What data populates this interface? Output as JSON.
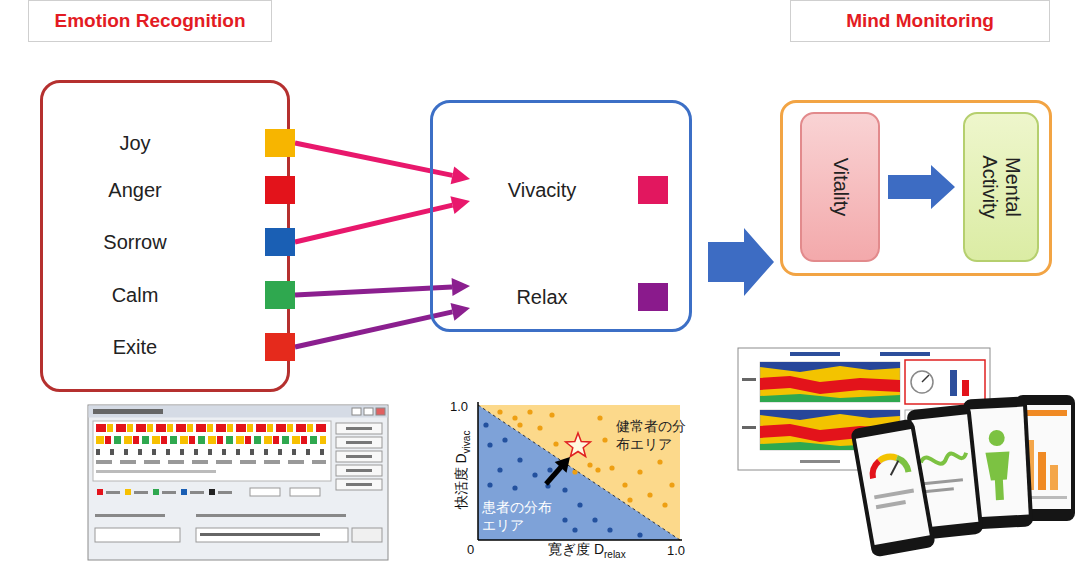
{
  "diagram": {
    "nodes": [
      {
        "text": [
          "Emotion Recognition"
        ]
      },
      {
        "text": [
          "Mind Monitoring"
        ]
      },
      {
        "text": []
      },
      {
        "text": [
          "Joy"
        ],
        "in": 2
      },
      {
        "text": [
          "Anger"
        ],
        "in": 2
      },
      {
        "text": [
          "Sorrow"
        ],
        "in": 2
      },
      {
        "text": [
          "Calm"
        ],
        "in": 2
      },
      {
        "text": [
          "Exite"
        ],
        "in": 2
      },
      {
        "text": []
      },
      {
        "text": [
          "Vivacity"
        ],
        "in": 8
      },
      {
        "text": [
          "Relax"
        ],
        "in": 8
      },
      {
        "text": []
      },
      {
        "text": [
          "Vitality"
        ],
        "in": 11
      },
      {
        "text": [
          "Mental Activity"
        ],
        "in": 11
      }
    ],
    "edges": [
      {
        "from": 3,
        "to": 9,
        "arrow": "to"
      },
      {
        "from": 5,
        "to": 9,
        "arrow": "to"
      },
      {
        "from": 6,
        "to": 10,
        "arrow": "to"
      },
      {
        "from": 7,
        "to": 10,
        "arrow": "to"
      },
      {
        "from": 8,
        "to": 11,
        "arrow": "to"
      },
      {
        "from": 12,
        "to": 13,
        "arrow": "to"
      }
    ],
    "labels": [
      "1.0",
      "快活度 D",
      "vivac",
      "健常者の分布エリア",
      "患者の分布エリア",
      "0",
      "寛ぎ度 D",
      "relax",
      "1.0"
    ]
  }
}
